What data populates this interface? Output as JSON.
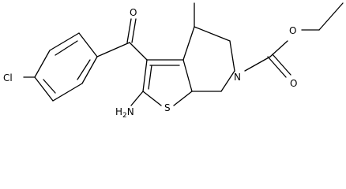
{
  "molecule": {
    "atom_labels": {
      "chlorine": "Cl",
      "carbonyl_oxygen": "O",
      "sulfur": "S",
      "amino": "H",
      "amino_subscript": "2",
      "amino_nitrogen": "N",
      "ring_nitrogen": "N",
      "ester_ether_oxygen": "O",
      "ester_carbonyl_oxygen": "O"
    }
  }
}
